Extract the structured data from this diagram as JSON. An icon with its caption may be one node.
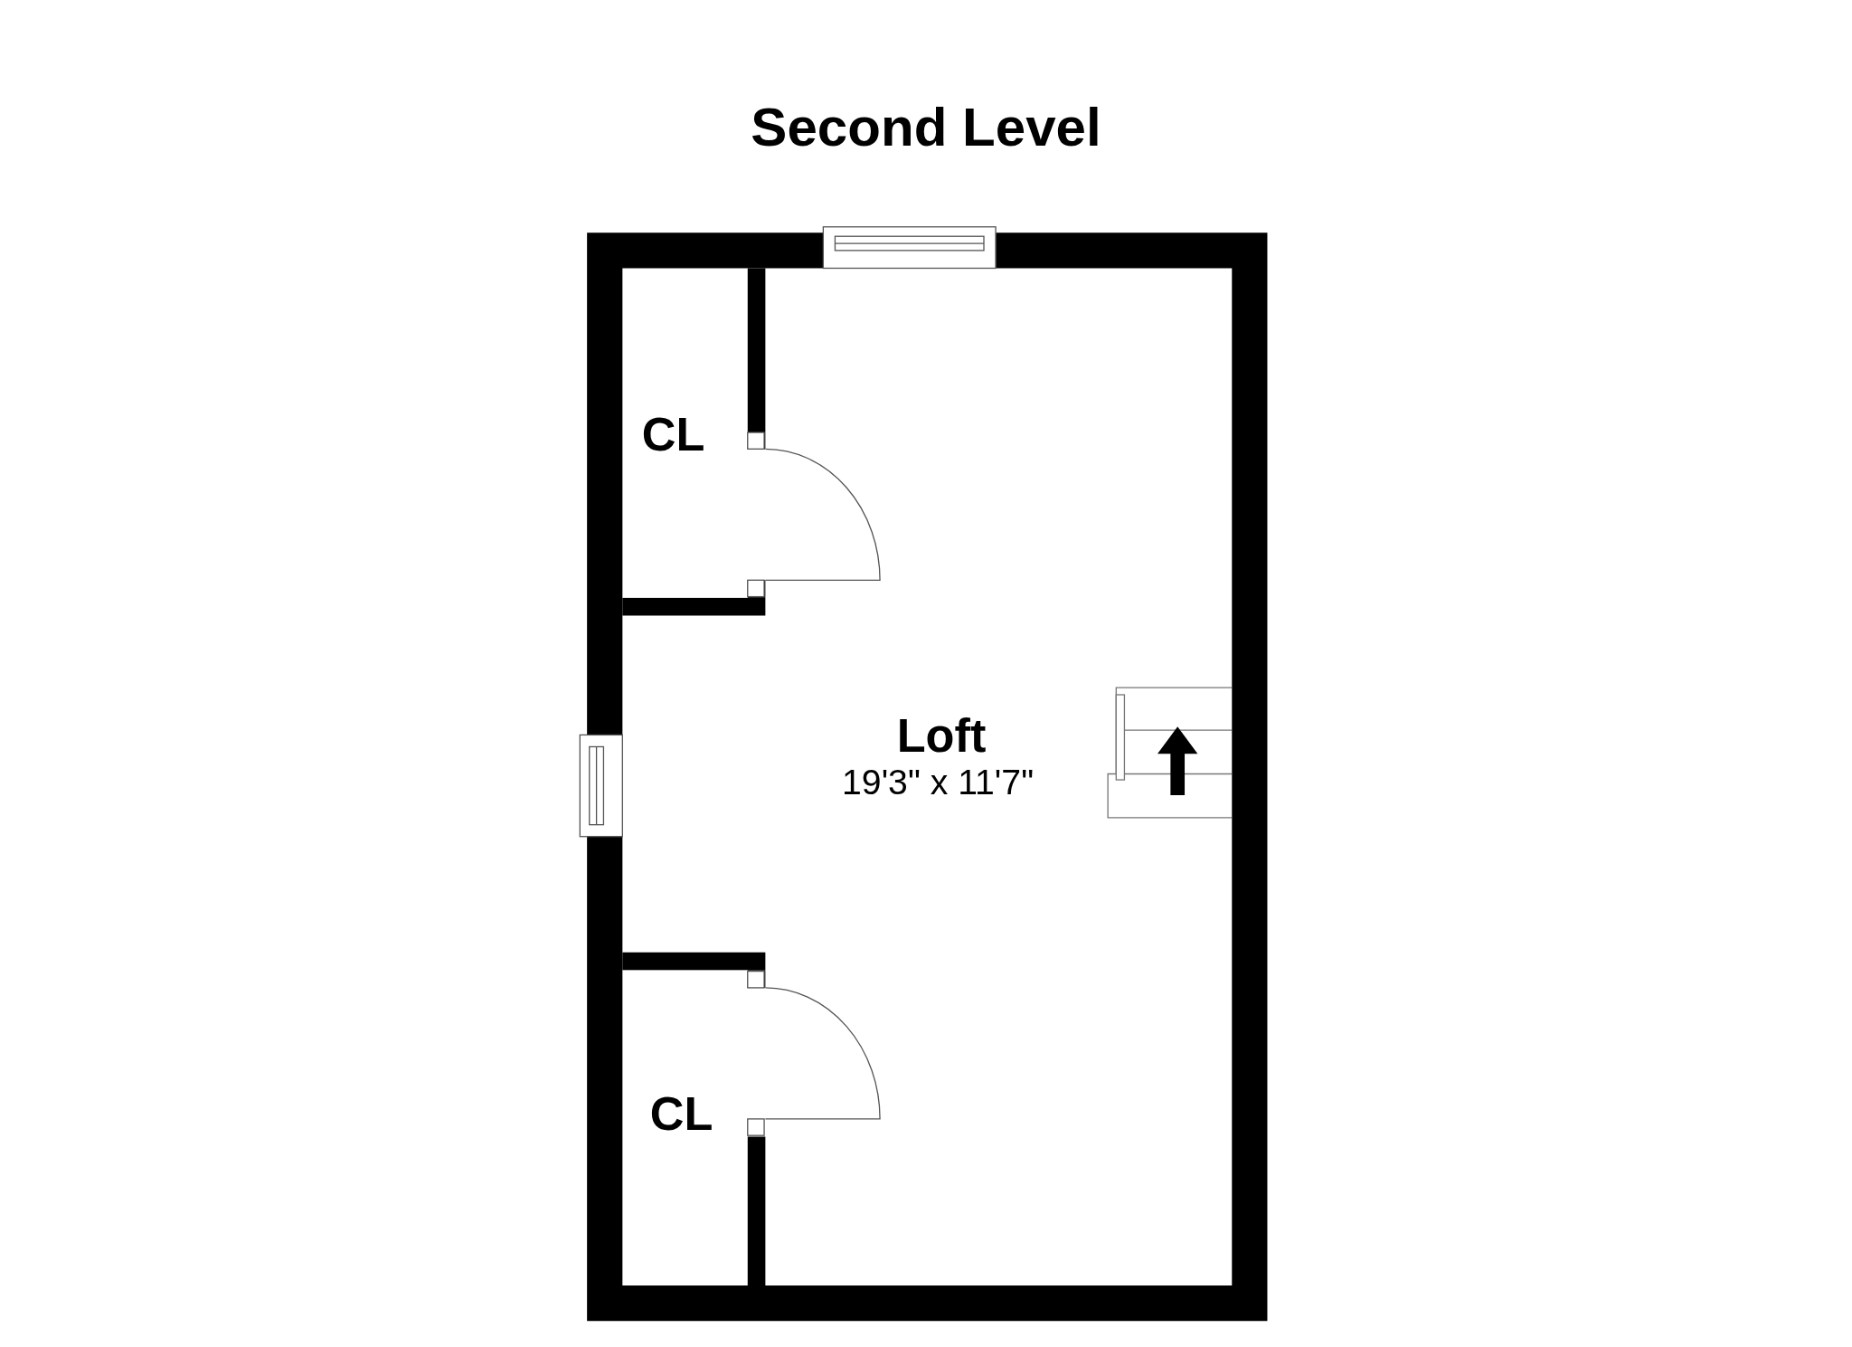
{
  "diagram": {
    "title": "Second Level",
    "nodes": [
      {
        "text": [
          "CL"
        ]
      },
      {
        "text": [
          "Loft",
          "19'3\" x 11'7\""
        ]
      },
      {
        "text": [
          "CL"
        ]
      }
    ],
    "edges": []
  }
}
